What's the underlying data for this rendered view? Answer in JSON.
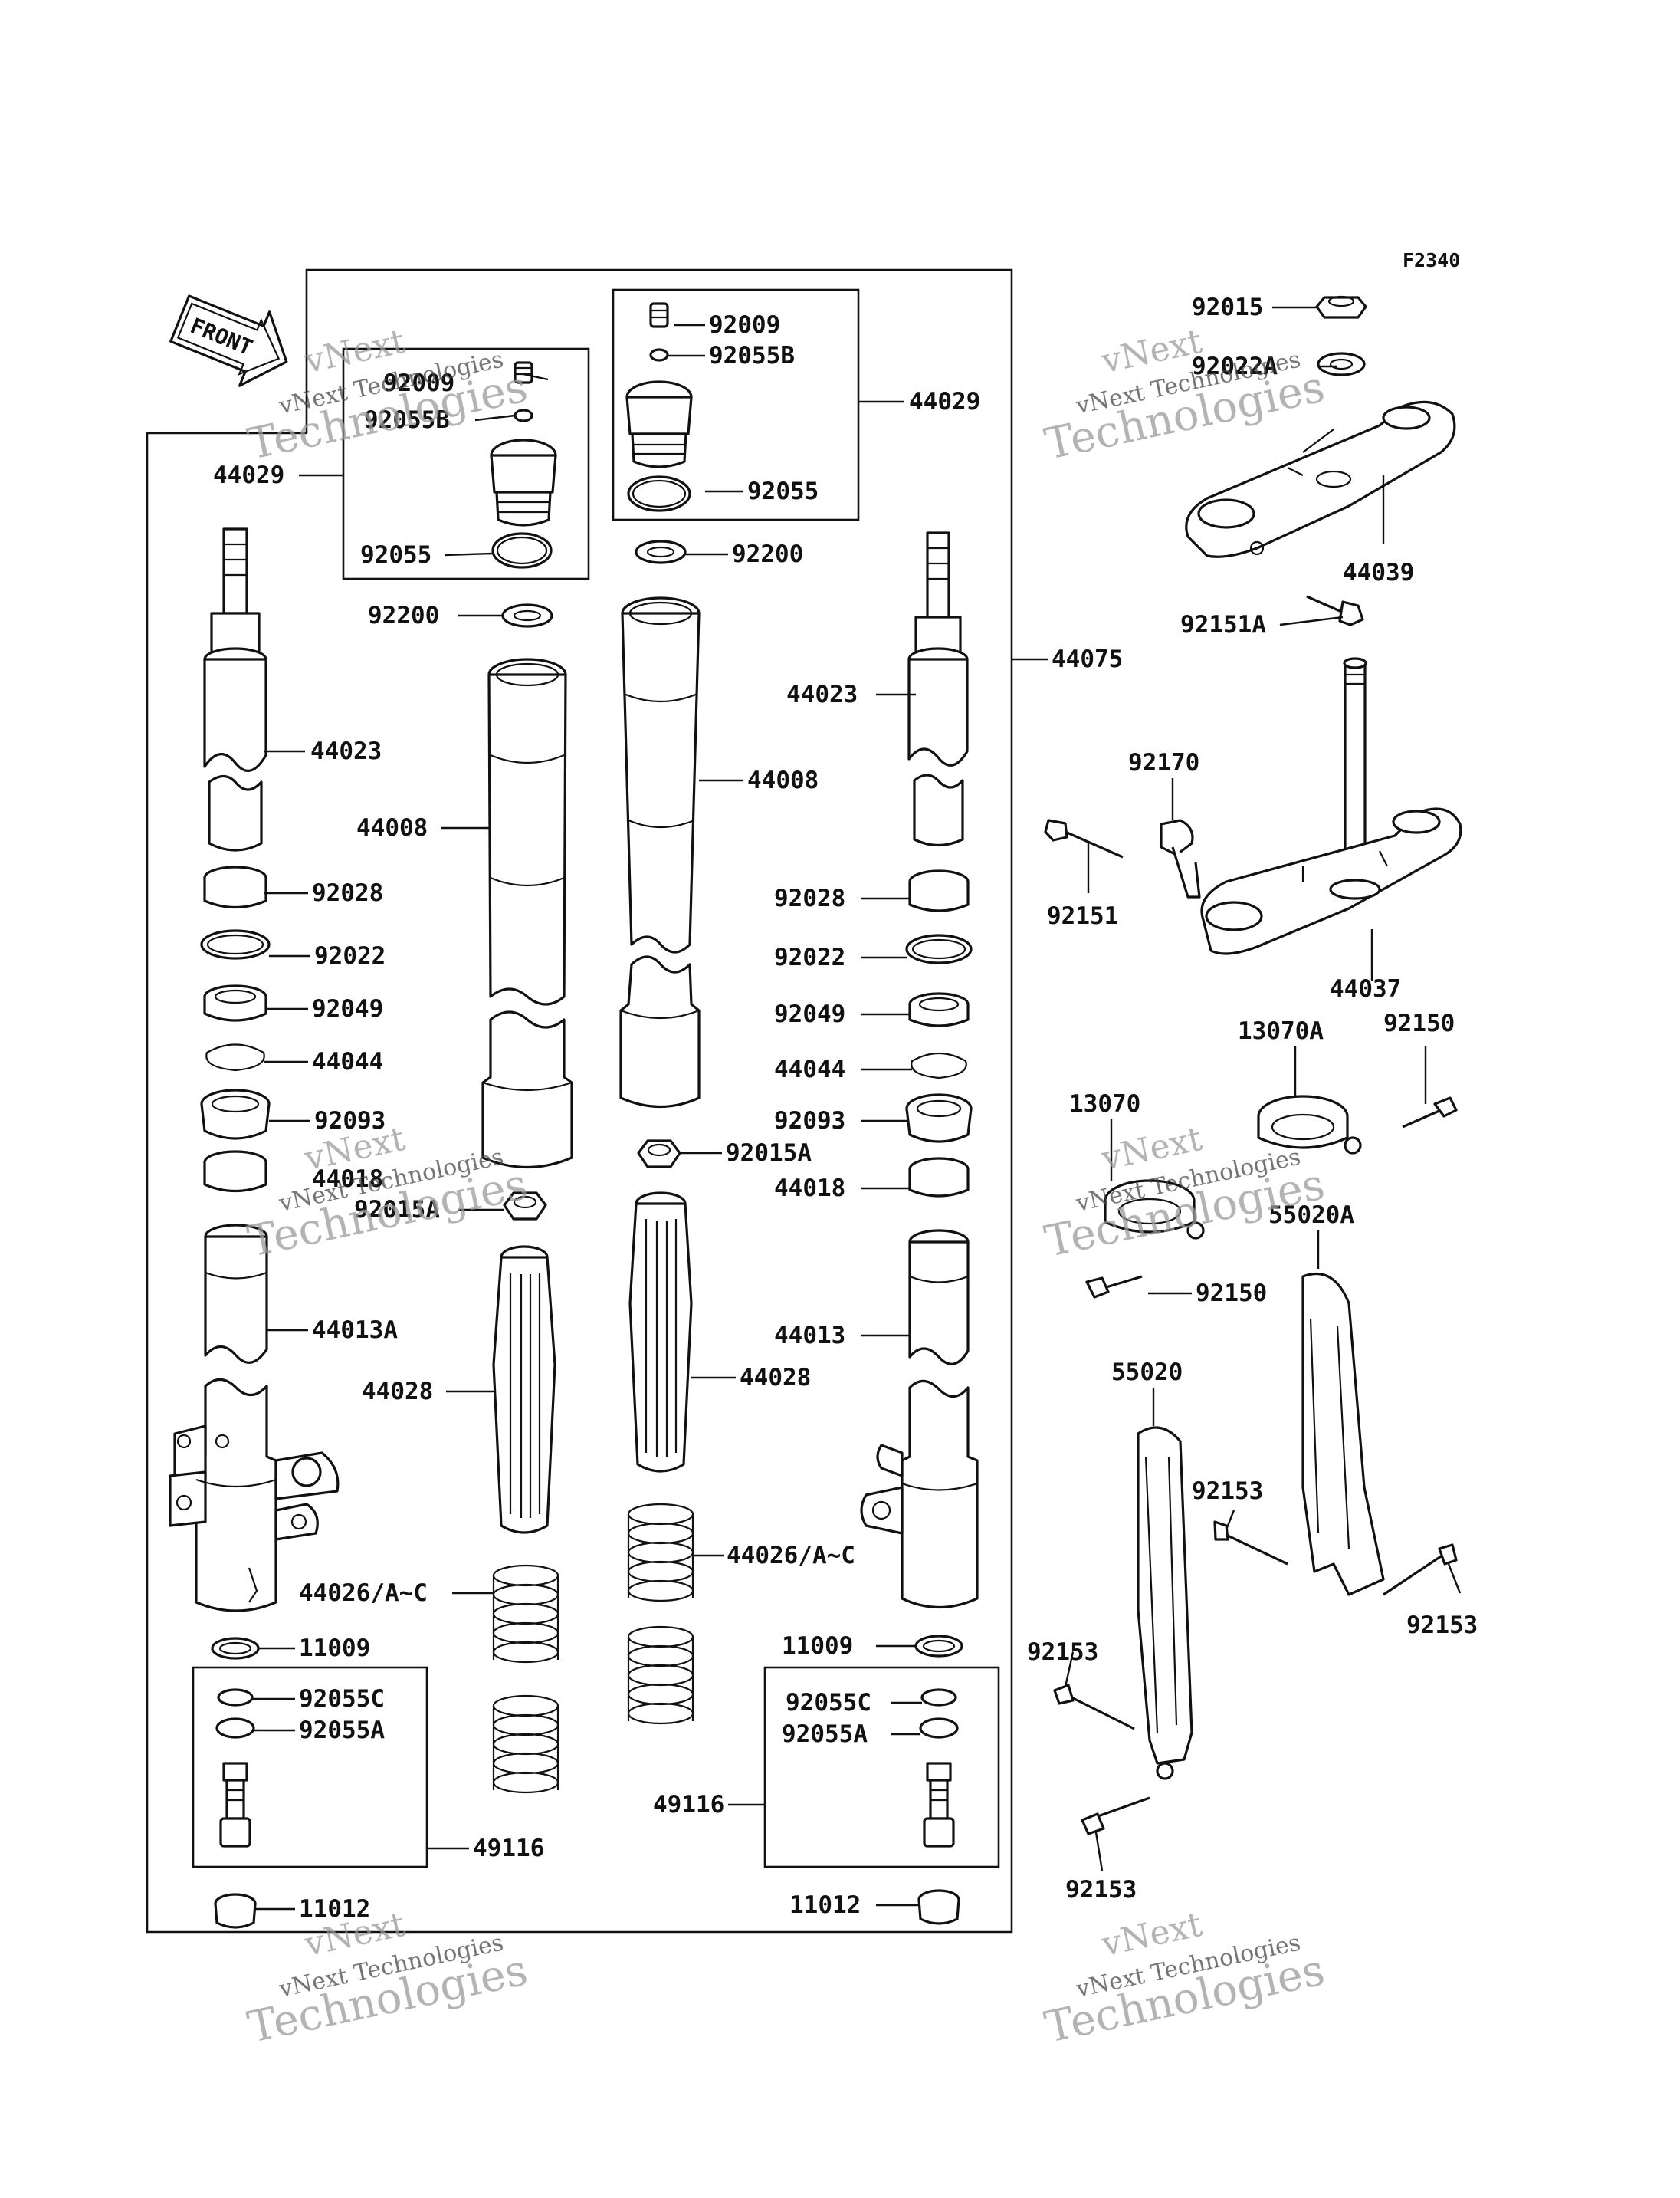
{
  "figure_code": "F2340",
  "front_label": "FRONT",
  "watermark": {
    "line1": "vNext",
    "line2": "vNext Technologies",
    "line3": "Technologies",
    "color": "#9a9a9a"
  },
  "labels": {
    "l92009a": "92009",
    "l92055Ba": "92055B",
    "l44029a": "44029",
    "l92055a": "92055",
    "l92009b": "92009",
    "l92055Bb": "92055B",
    "l44029b": "44029",
    "l92055b": "92055",
    "l92200a": "92200",
    "l92200b": "92200",
    "l44075": "44075",
    "l44023a": "44023",
    "l44023b": "44023",
    "l44008a": "44008",
    "l44008b": "44008",
    "l92028a": "92028",
    "l92028b": "92028",
    "l92022a": "92022",
    "l92022b": "92022",
    "l92049a": "92049",
    "l92049b": "92049",
    "l44044a": "44044",
    "l44044b": "44044",
    "l92093a": "92093",
    "l92093b": "92093",
    "l44018a": "44018",
    "l44018b": "44018",
    "l92015Aa": "92015A",
    "l92015Ab": "92015A",
    "l44013A": "44013A",
    "l44013": "44013",
    "l44028a": "44028",
    "l44028b": "44028",
    "l44026a": "44026/A~C",
    "l44026b": "44026/A~C",
    "l11009a": "11009",
    "l11009b": "11009",
    "l92055Ca": "92055C",
    "l92055Cb": "92055C",
    "l92055Aa": "92055A",
    "l92055Ab": "92055A",
    "l49116a": "49116",
    "l49116b": "49116",
    "l11012a": "11012",
    "l11012b": "11012",
    "l92015": "92015",
    "l92022A": "92022A",
    "l44039": "44039",
    "l92151A": "92151A",
    "l92170": "92170",
    "l92151": "92151",
    "l44037": "44037",
    "l13070A": "13070A",
    "l92150a": "92150",
    "l13070": "13070",
    "l92150b": "92150",
    "l55020A": "55020A",
    "l55020": "55020",
    "l92153a": "92153",
    "l92153b": "92153",
    "l92153c": "92153",
    "l92153d": "92153"
  }
}
